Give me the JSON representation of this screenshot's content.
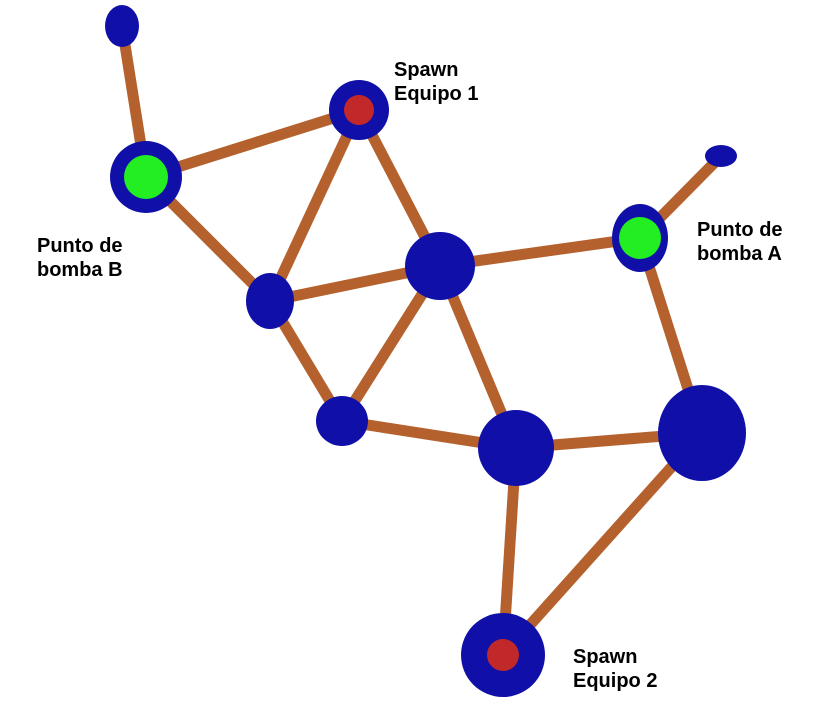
{
  "colors": {
    "background": "#ffffff",
    "node": "#1010a8",
    "edge": "#b5612e",
    "spawn_marker": "#c0282a",
    "bomb_marker": "#22ee22"
  },
  "labels": {
    "spawn_team1": {
      "line1": "Spawn",
      "line2": "Equipo 1"
    },
    "spawn_team2": {
      "line1": "Spawn",
      "line2": "Equipo 2"
    },
    "bomb_site_a": {
      "line1": "Punto de",
      "line2": "bomba A"
    },
    "bomb_site_b": {
      "line1": "Punto de",
      "line2": "bomba B"
    }
  },
  "nodes": [
    {
      "id": "n-top-left-end",
      "kind": "plain"
    },
    {
      "id": "n-bomb-b",
      "kind": "bomb"
    },
    {
      "id": "n-spawn-1",
      "kind": "spawn"
    },
    {
      "id": "n-small-right-end",
      "kind": "plain"
    },
    {
      "id": "n-bomb-a",
      "kind": "bomb"
    },
    {
      "id": "n-center",
      "kind": "plain"
    },
    {
      "id": "n-left-mid",
      "kind": "plain"
    },
    {
      "id": "n-lower-left",
      "kind": "plain"
    },
    {
      "id": "n-lower-center",
      "kind": "plain"
    },
    {
      "id": "n-right-big",
      "kind": "plain"
    },
    {
      "id": "n-spawn-2",
      "kind": "spawn"
    }
  ],
  "edges": [
    [
      "n-top-left-end",
      "n-bomb-b"
    ],
    [
      "n-bomb-b",
      "n-spawn-1"
    ],
    [
      "n-bomb-b",
      "n-left-mid"
    ],
    [
      "n-spawn-1",
      "n-left-mid"
    ],
    [
      "n-spawn-1",
      "n-center"
    ],
    [
      "n-left-mid",
      "n-center"
    ],
    [
      "n-left-mid",
      "n-lower-left"
    ],
    [
      "n-center",
      "n-lower-left"
    ],
    [
      "n-center",
      "n-lower-center"
    ],
    [
      "n-center",
      "n-bomb-a"
    ],
    [
      "n-small-right-end",
      "n-bomb-a"
    ],
    [
      "n-bomb-a",
      "n-right-big"
    ],
    [
      "n-lower-left",
      "n-lower-center"
    ],
    [
      "n-lower-center",
      "n-right-big"
    ],
    [
      "n-lower-center",
      "n-spawn-2"
    ],
    [
      "n-right-big",
      "n-spawn-2"
    ]
  ]
}
